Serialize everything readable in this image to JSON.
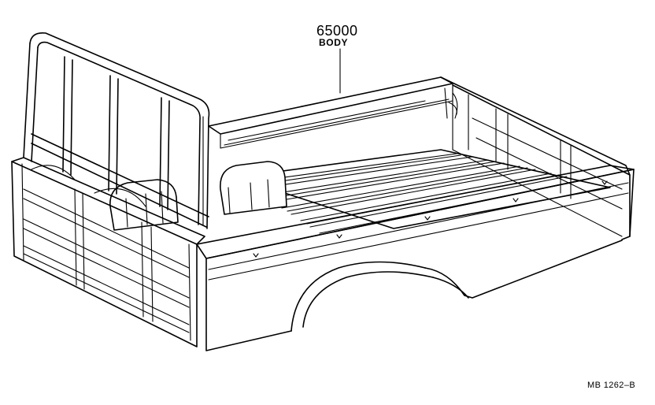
{
  "callout": {
    "part_number": "65000",
    "part_name": "BODY"
  },
  "drawing_code": "MB 1262–B"
}
